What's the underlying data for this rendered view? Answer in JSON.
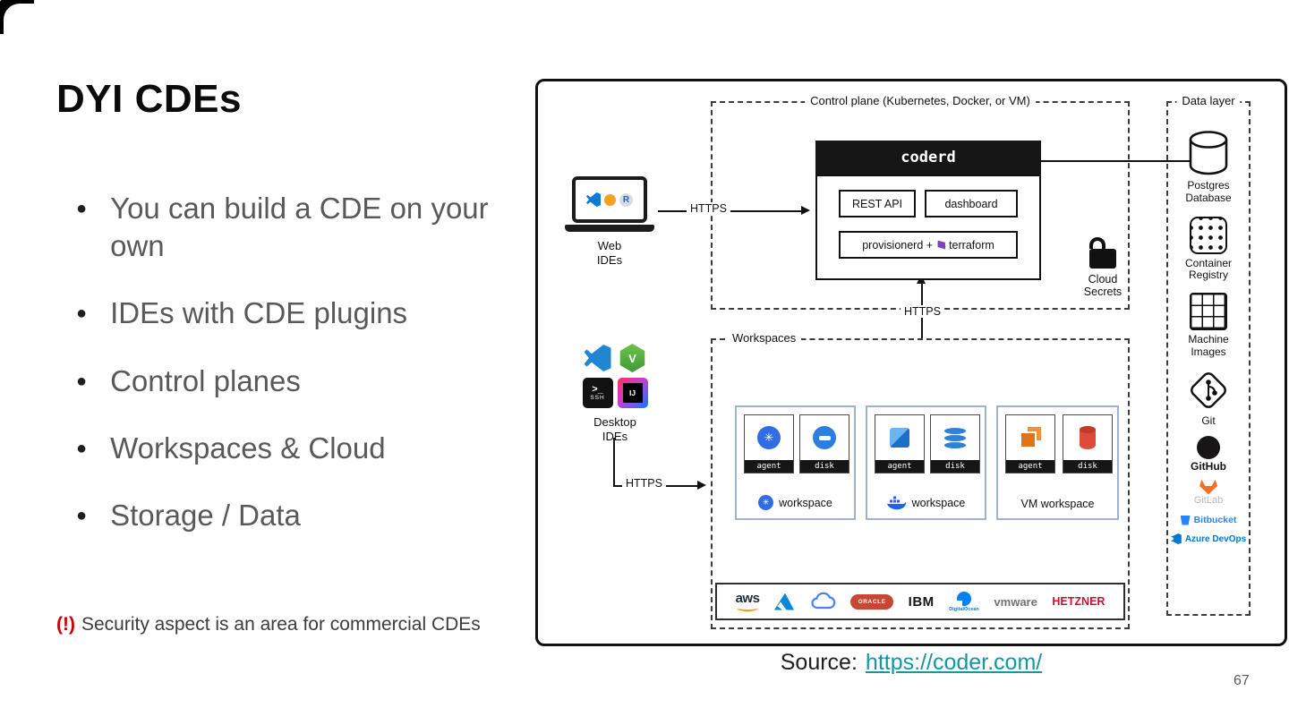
{
  "slide": {
    "title": "DYI CDEs",
    "bullets": [
      "You can build a CDE on your own",
      "IDEs with CDE plugins",
      "Control planes",
      "Workspaces & Cloud",
      "Storage / Data"
    ],
    "note": {
      "prefix": "(!)",
      "text": "Security aspect is an area for commercial CDEs"
    },
    "source": {
      "label": "Source:",
      "link_text": "https://coder.com/"
    },
    "page_number": "67"
  },
  "diagram": {
    "control_plane_label": "Control plane (Kubernetes, Docker, or VM)",
    "coderd": "coderd",
    "rest_api": "REST API",
    "dashboard": "dashboard",
    "provisionerd": "provisionerd +",
    "terraform": "terraform",
    "cloud_secrets": "Cloud Secrets",
    "web_ides": "Web IDEs",
    "desktop_ides": "Desktop IDEs",
    "https_label": "HTTPS",
    "workspaces_label": "Workspaces",
    "cards": [
      {
        "agent": "agent",
        "disk": "disk",
        "caption": "workspace",
        "platform": "kubernetes"
      },
      {
        "agent": "agent",
        "disk": "disk",
        "caption": "workspace",
        "platform": "docker"
      },
      {
        "agent": "agent",
        "disk": "disk",
        "caption": "VM workspace",
        "platform": "vm"
      }
    ],
    "providers": [
      "aws",
      "Azure",
      "Google Cloud",
      "ORACLE",
      "IBM",
      "DigitalOcean",
      "vmware",
      "HETZNER"
    ],
    "data_layer": {
      "label": "Data layer",
      "items": [
        "Postgres Database",
        "Container Registry",
        "Machine Images",
        "Git",
        "GitHub",
        "GitLab",
        "Bitbucket",
        "Azure DevOps"
      ]
    }
  }
}
